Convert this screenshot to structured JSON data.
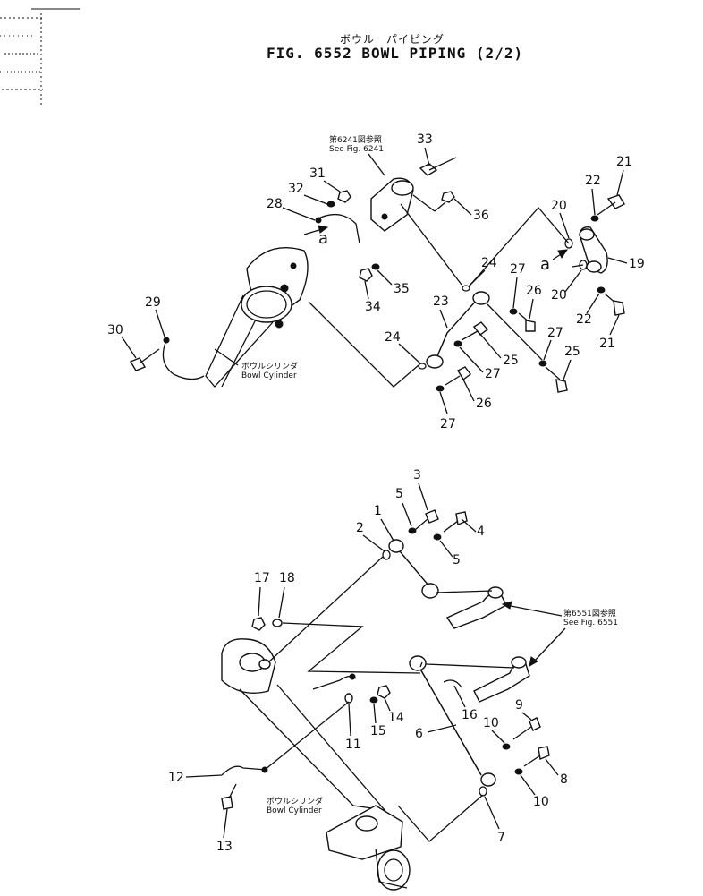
{
  "header": {
    "title_jp": "ボウル　パイピング",
    "title_en": "FIG. 6552  BOWL  PIPING  (2/2)"
  },
  "top": {
    "ref_jp": "第6241図参照",
    "ref_en": "See Fig. 6241",
    "cyl_jp": "ボウルシリンダ",
    "cyl_en": "Bowl Cylinder",
    "marker": "a",
    "labels": {
      "n33": "33",
      "n31": "31",
      "n32": "32",
      "n28": "28",
      "n36": "36",
      "n21a": "21",
      "n22a": "22",
      "n20a": "20",
      "n19": "19",
      "n20b": "20",
      "n22b": "22",
      "n21b": "21",
      "n24a": "24",
      "n27a": "27",
      "n26a": "26",
      "n23": "23",
      "n35": "35",
      "n34": "34",
      "n29": "29",
      "n30": "30",
      "n24b": "24",
      "n25a": "25",
      "n27b": "27",
      "n27c": "27",
      "n25b": "25",
      "n26b": "26",
      "n27d": "27"
    }
  },
  "bottom": {
    "ref_jp": "第6551図参照",
    "ref_en": "See Fig. 6551",
    "cyl_jp": "ボウルシリンダ",
    "cyl_en": "Bowl Cylinder",
    "labels": {
      "n3": "3",
      "n5a": "5",
      "n1": "1",
      "n2": "2",
      "n4": "4",
      "n5b": "5",
      "n17": "17",
      "n18": "18",
      "n16": "16",
      "n6": "6",
      "n14": "14",
      "n15": "15",
      "n11": "11",
      "n9": "9",
      "n10a": "10",
      "n8": "8",
      "n10b": "10",
      "n12": "12",
      "n13": "13",
      "n7": "7"
    }
  }
}
